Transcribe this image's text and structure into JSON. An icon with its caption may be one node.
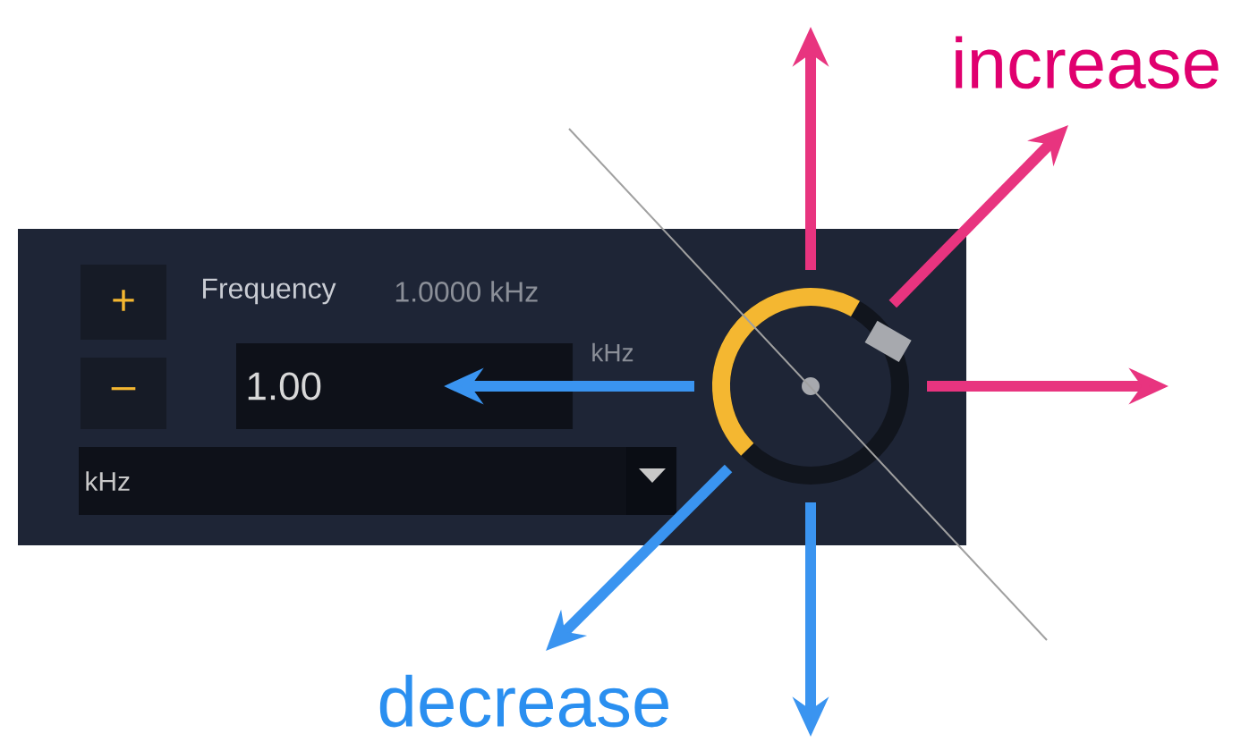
{
  "diagram": {
    "nodes": [
      {
        "text": [],
        "shape": "box"
      },
      {
        "text": [
          "+"
        ],
        "in": 0
      },
      {
        "text": [
          "–"
        ],
        "in": 0
      },
      {
        "text": [
          "1.00"
        ],
        "in": 0
      },
      {
        "text": [
          "kHz"
        ],
        "in": 0
      },
      {
        "text": [],
        "shape": "circle",
        "in": 0
      }
    ],
    "edges": [
      {
        "from": 5,
        "to": null,
        "arrow": "to",
        "color": "#e8347f"
      },
      {
        "from": 5,
        "to": null,
        "arrow": "to",
        "color": "#e8347f"
      },
      {
        "from": 5,
        "to": null,
        "arrow": "to",
        "color": "#e8347f"
      },
      {
        "from": 5,
        "to": 3,
        "arrow": "to",
        "color": "#3a94f0"
      },
      {
        "from": 5,
        "to": null,
        "arrow": "to",
        "color": "#3a94f0"
      },
      {
        "from": 5,
        "to": null,
        "arrow": "to",
        "color": "#3a94f0"
      }
    ],
    "labels": [
      "increase",
      "Frequency",
      "1.0000 kHz",
      "kHz",
      "decrease"
    ]
  }
}
